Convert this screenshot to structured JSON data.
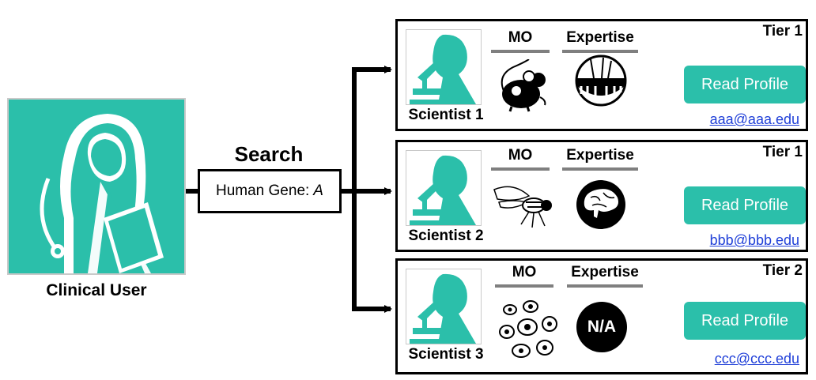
{
  "clinical": {
    "label": "Clinical User",
    "color": "#2bbfaa"
  },
  "search": {
    "title": "Search",
    "field_prefix": "Human Gene:",
    "field_gene": "A"
  },
  "columns": {
    "organism": "MO",
    "expertise": "Expertise"
  },
  "scientists": [
    {
      "name": "Scientist 1",
      "tier": "Tier 1",
      "organism_icon": "mouse-icon",
      "expertise_icon": "skin-tissue-icon",
      "expertise_text": "",
      "button": "Read Profile",
      "email": "aaa@aaa.edu"
    },
    {
      "name": "Scientist 2",
      "tier": "Tier 1",
      "organism_icon": "fly-icon",
      "expertise_icon": "brain-icon",
      "expertise_text": "",
      "button": "Read Profile",
      "email": "bbb@bbb.edu"
    },
    {
      "name": "Scientist 3",
      "tier": "Tier 2",
      "organism_icon": "yeast-cells-icon",
      "expertise_icon": "na-badge",
      "expertise_text": "N/A",
      "button": "Read Profile",
      "email": "ccc@ccc.edu"
    }
  ],
  "colors": {
    "accent": "#2bbfaa",
    "bar": "#7f7f7f",
    "link": "#1f3fd8"
  }
}
